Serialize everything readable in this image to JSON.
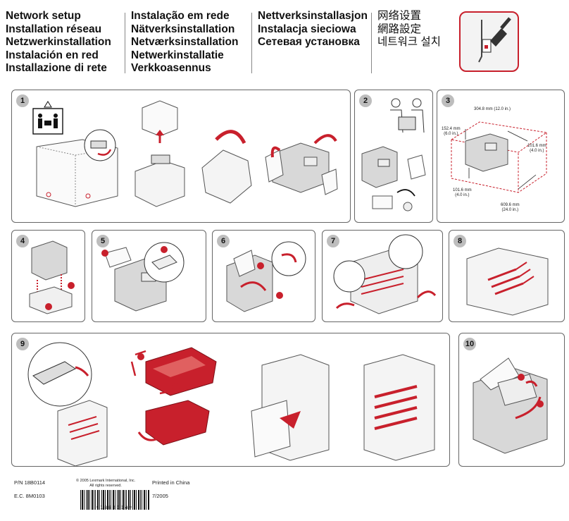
{
  "titles": {
    "col1": [
      "Network setup",
      "Installation réseau",
      "Netzwerkinstallation",
      "Instalación en red",
      "Installazione di rete"
    ],
    "col2": [
      "Instalação em rede",
      "Nätverksinstallation",
      "Netværksinstallation",
      "Netwerkinstallatie",
      "Verkkoasennus"
    ],
    "col3": [
      "Nettverksinstallasjon",
      "Instalacja sieciowa",
      "Сетевая установка"
    ],
    "col4": [
      "网络设置",
      "網路設定",
      "네트워크 설치"
    ]
  },
  "panels": {
    "p1": "1",
    "p2": "2",
    "p3": "3",
    "p4": "4",
    "p5": "5",
    "p6": "6",
    "p7": "7",
    "p8": "8",
    "p9": "9",
    "p10": "10"
  },
  "measurements": {
    "top": "304.8 mm (12.0 in.)",
    "left": "152.4 mm\n(6.0 in.)",
    "right": "101.6 mm\n(4.0 in.)",
    "bottom_left": "101.6 mm\n(4.0 in.)",
    "bottom_right": "609.6 mm\n(24.0 in.)"
  },
  "callouts": {
    "c1": "1",
    "c2": "2",
    "c3": "3"
  },
  "footer": {
    "part_number": "P/N 18B0114",
    "ec_number": "E.C. 8M0103",
    "copyright_line1": "© 2005 Lexmark International, Inc.",
    "copyright_line2": "All rights reserved.",
    "printed": "Printed in China",
    "date": "7/2005",
    "barcode_text": "*18B0114*"
  },
  "colors": {
    "accent": "#c8202c",
    "panel_border": "#666666",
    "number_badge": "#bdbdbd"
  }
}
